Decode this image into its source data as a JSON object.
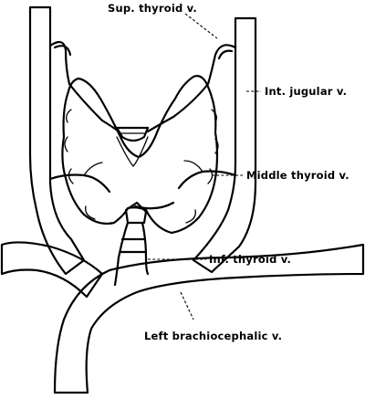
{
  "labels": {
    "sup_thyroid": "Sup. thyroid v.",
    "int_jugular": "Int. jugular v.",
    "middle_thyroid": "Middle thyroid v.",
    "inf_thyroid": "Inf. thyroid v.",
    "left_brachiocephalic": "Left brachiocephalic v."
  }
}
